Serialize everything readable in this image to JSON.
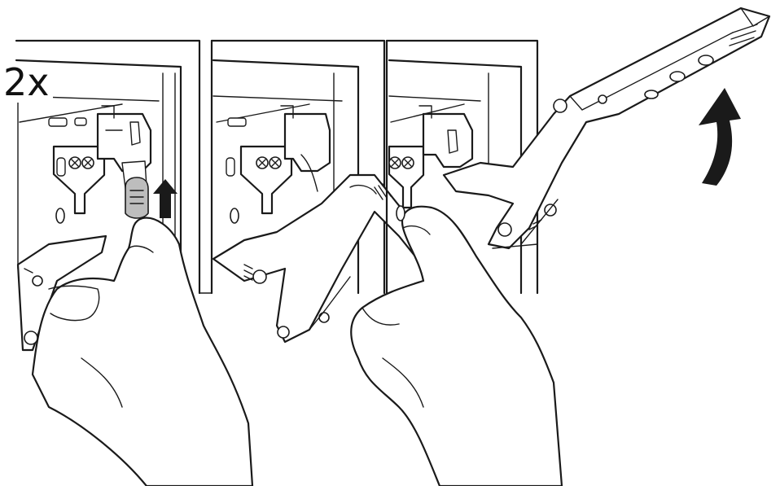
{
  "annotation": {
    "multiplier": "2x"
  },
  "steps": [
    {
      "id": "step-1",
      "action": "press-release-lever"
    },
    {
      "id": "step-2",
      "action": "fold-arm-down"
    },
    {
      "id": "step-3",
      "action": "swing-arm-up"
    }
  ],
  "icons": {
    "up_arrow": "up-arrow-icon",
    "curved_arrow": "curved-up-arrow-icon"
  },
  "colors": {
    "line": "#1a1a1a",
    "lever_fill": "#bdbdbd",
    "background": "#ffffff"
  }
}
